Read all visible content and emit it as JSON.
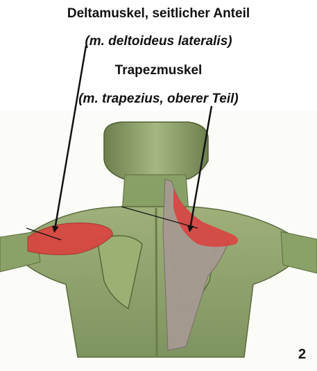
{
  "labels": {
    "deltoid_german": "Deltamuskel, seitlicher Anteil",
    "deltoid_latin": "(m. deltoideus lateralis)",
    "trapezius_german": "Trapezmuskel",
    "trapezius_latin": "(m. trapezius, oberer Teil)"
  },
  "figure_number": "2",
  "colors": {
    "skin_green": "#8fa36a",
    "skin_dark": "#5f7244",
    "muscle_red": "#d9443f",
    "muscle_gray": "#a59a92",
    "arrow": "#111111"
  }
}
